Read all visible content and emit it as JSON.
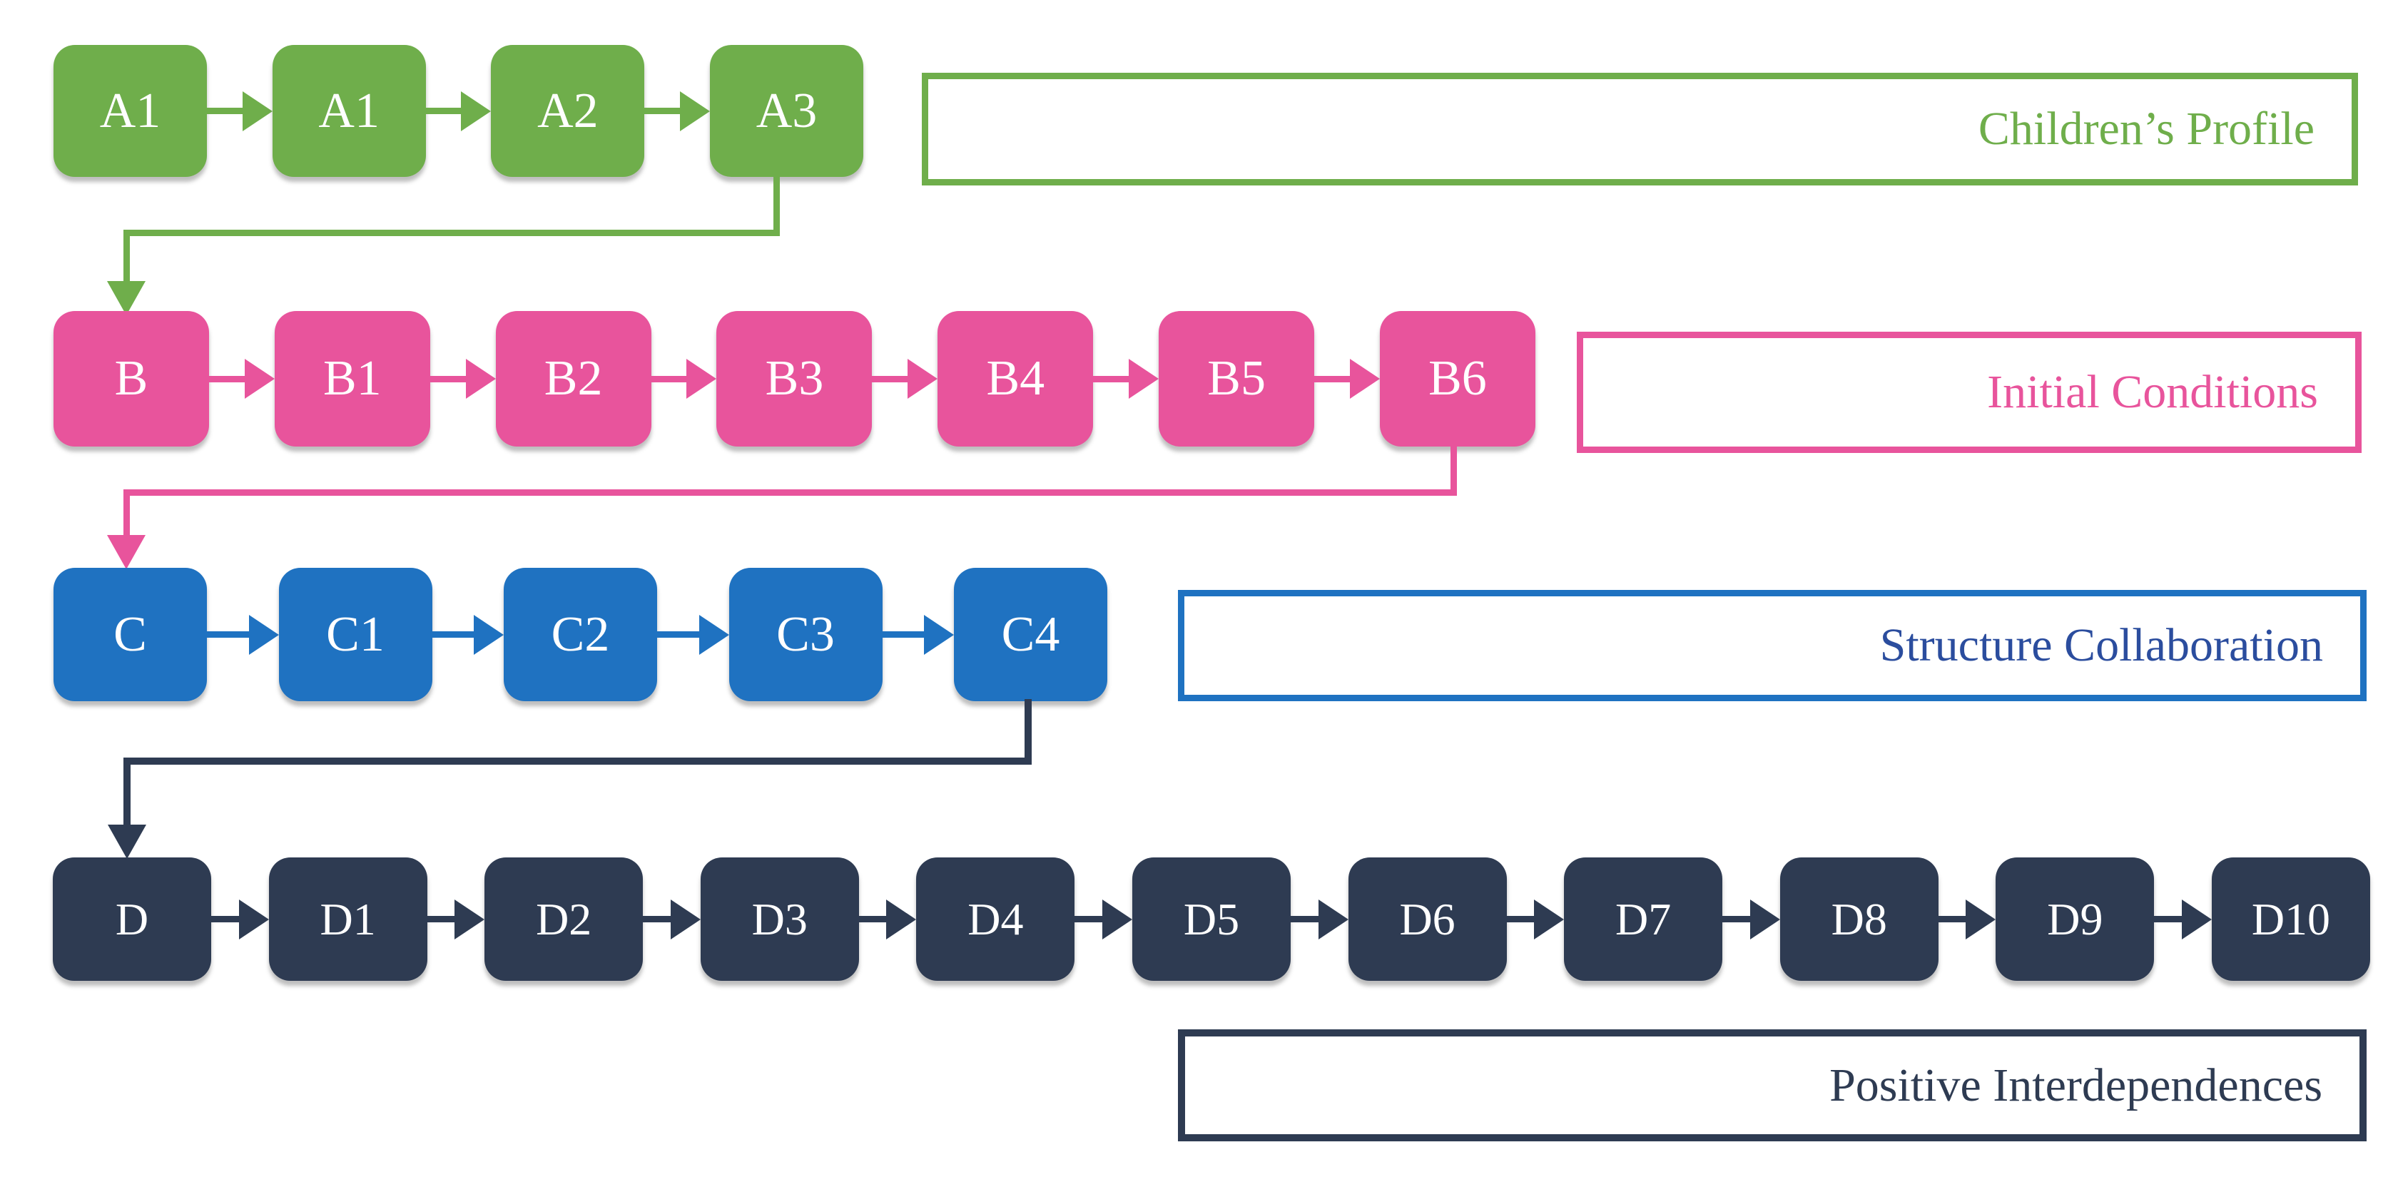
{
  "diagram": {
    "background": "#ffffff",
    "rows": [
      {
        "id": "A",
        "color": "#6fae4b",
        "label_text_color": "#6fae4b",
        "legend": "Children’s Profile",
        "nodes": [
          "A1",
          "A1",
          "A2",
          "A3"
        ]
      },
      {
        "id": "B",
        "color": "#e8549c",
        "label_text_color": "#e8549c",
        "legend": "Initial Conditions",
        "nodes": [
          "B",
          "B1",
          "B2",
          "B3",
          "B4",
          "B5",
          "B6"
        ]
      },
      {
        "id": "C",
        "color": "#1f72c1",
        "label_text_color": "#2b4d9e",
        "legend": "Structure Collaboration",
        "nodes": [
          "C",
          "C1",
          "C2",
          "C3",
          "C4"
        ]
      },
      {
        "id": "D",
        "color": "#2e3b52",
        "label_text_color": "#2e3b52",
        "legend": "Positive Interdependences",
        "nodes": [
          "D",
          "D1",
          "D2",
          "D3",
          "D4",
          "D5",
          "D6",
          "D7",
          "D8",
          "D9",
          "D10"
        ]
      }
    ],
    "connectors": [
      {
        "from": "A3",
        "to": "B",
        "color": "#6fae4b"
      },
      {
        "from": "B6",
        "to": "C",
        "color": "#e8549c"
      },
      {
        "from": "C4",
        "to": "D",
        "color": "#2e3b52"
      }
    ]
  }
}
